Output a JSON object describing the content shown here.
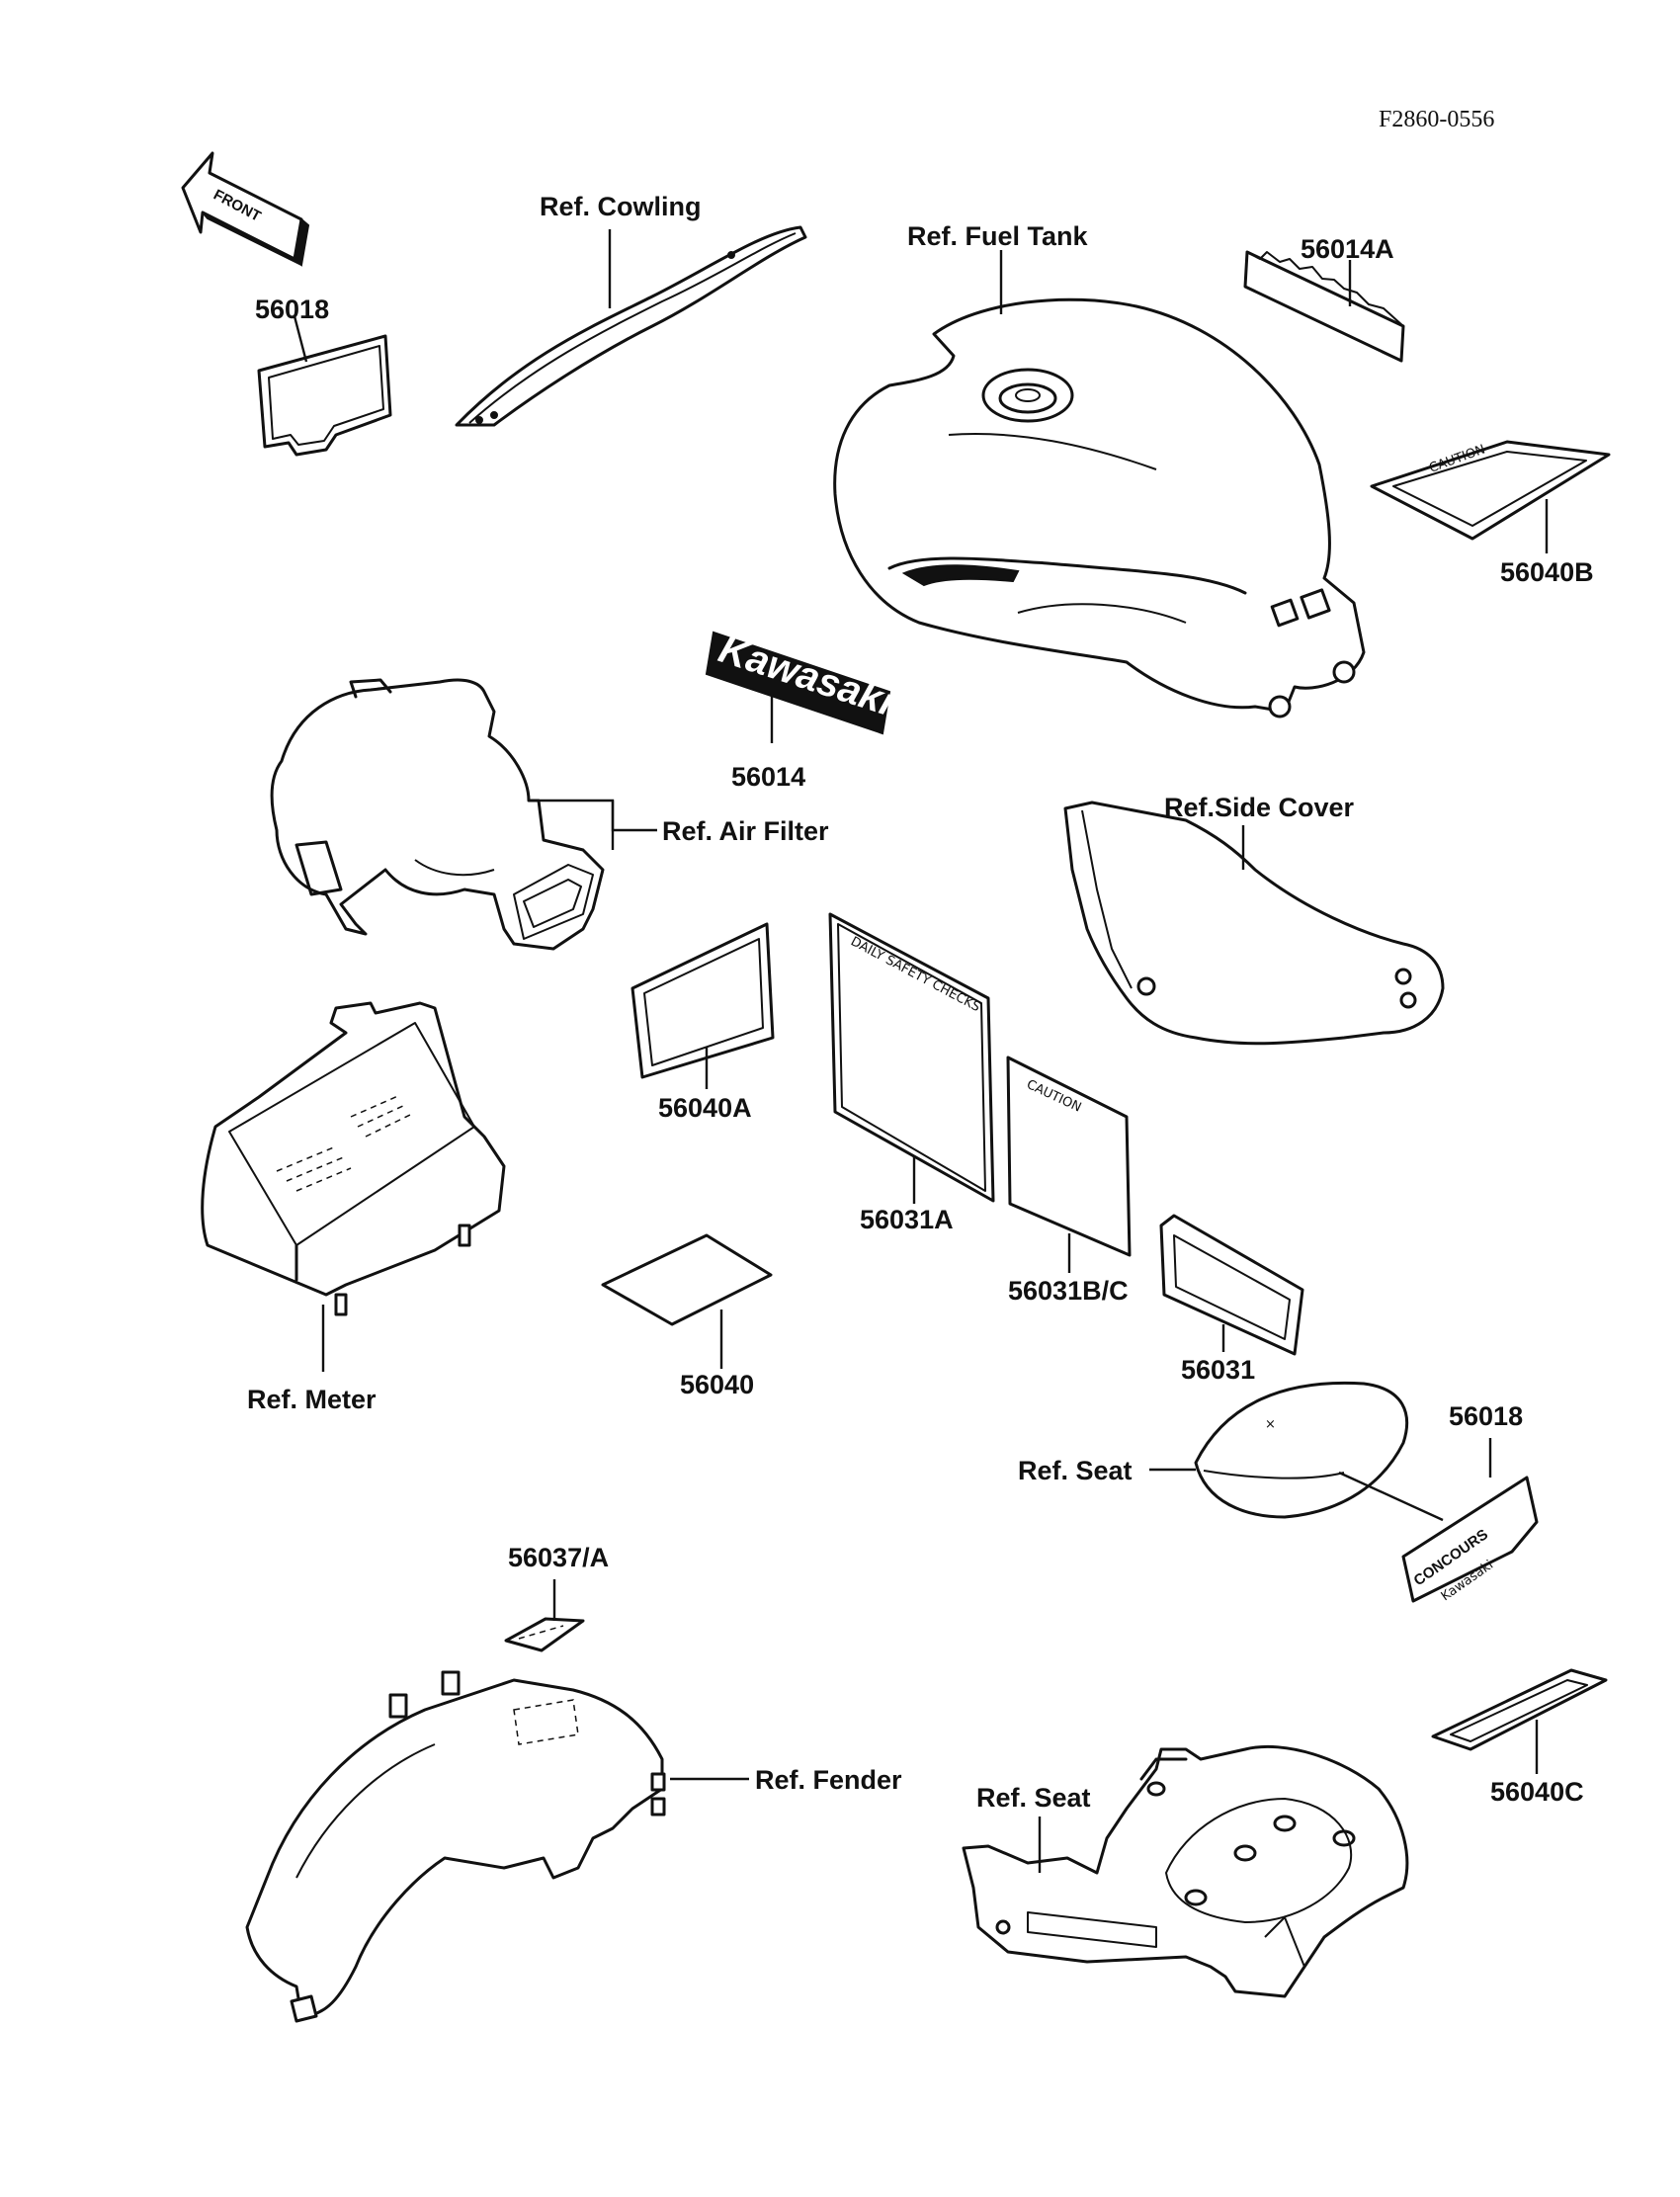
{
  "drawing_code": "F2860-0556",
  "front_arrow": "FRONT",
  "labels": {
    "cowling": "Ref. Cowling",
    "fuel_tank": "Ref. Fuel Tank",
    "part_56014A": "56014A",
    "part_56018_top": "56018",
    "part_56040B": "56040B",
    "part_56014": "56014",
    "air_filter": "Ref. Air Filter",
    "side_cover": "Ref.Side Cover",
    "part_56040A": "56040A",
    "part_56031A": "56031A",
    "part_56031BC": "56031B/C",
    "meter": "Ref. Meter",
    "part_56040": "56040",
    "part_56031": "56031",
    "seat_upper": "Ref. Seat",
    "part_56018_right": "56018",
    "part_56037A": "56037/A",
    "fender": "Ref. Fender",
    "seat_lower": "Ref. Seat",
    "part_56040C": "56040C"
  },
  "sticker_text": {
    "kawasaki_logo": "Kawasaki",
    "caution_b": "CAUTION",
    "caution_bc": "CAUTION",
    "daily_safety_checks": "DAILY SAFETY CHECKS",
    "concours": "CONCOURS",
    "concours_small": "Kawasaki"
  },
  "icons": {
    "front_arrow": "left-pointing-arrow-icon",
    "parts": "line-drawing"
  },
  "colors": {
    "ink": "#111111",
    "paper": "#ffffff"
  }
}
